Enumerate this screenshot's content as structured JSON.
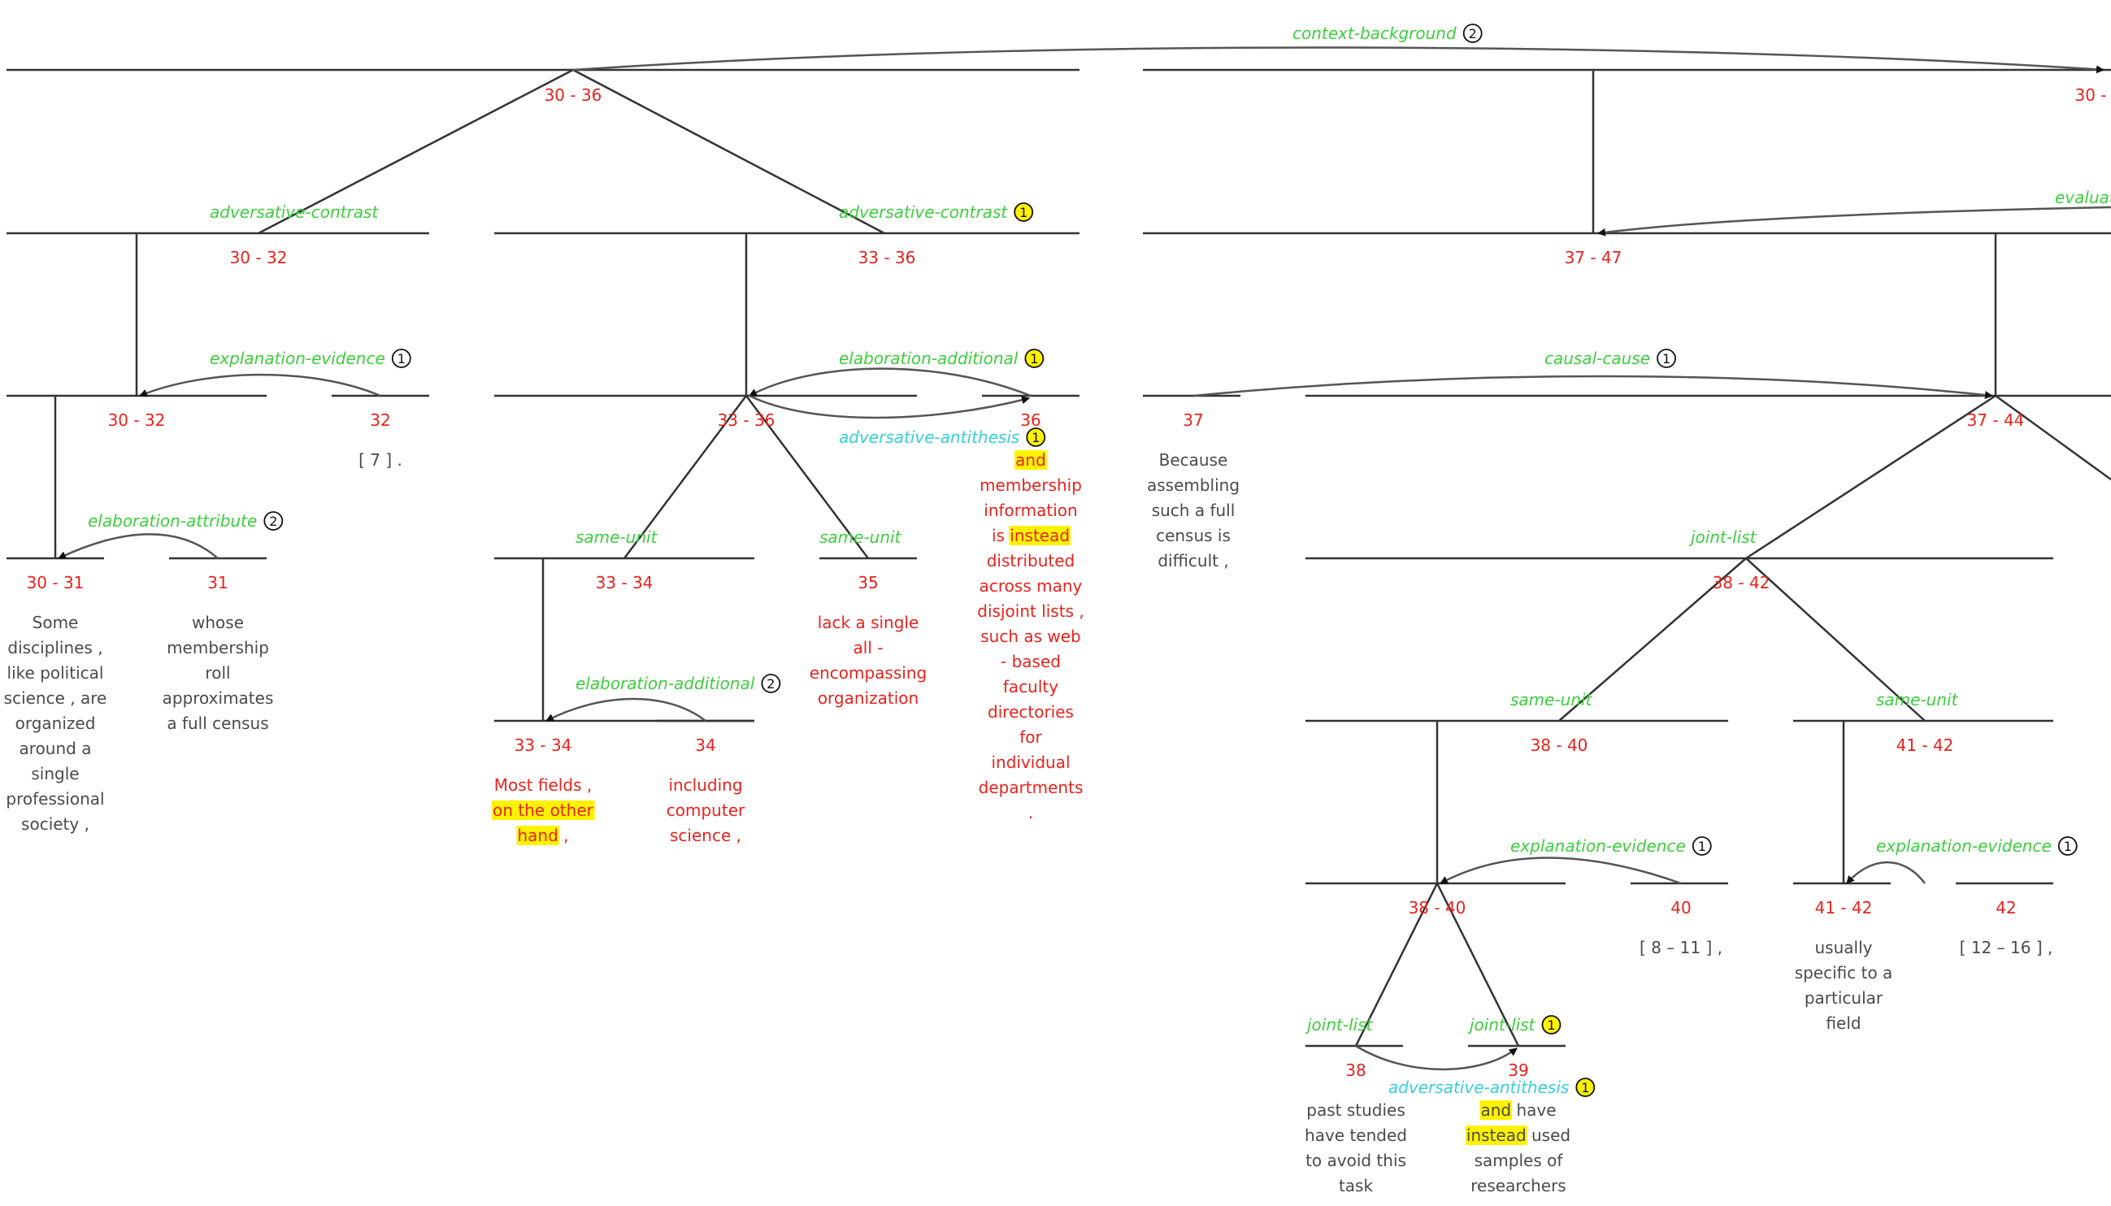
{
  "colors": {
    "line": "#333333",
    "arc": "#555555",
    "span_label": "#e8231d",
    "relation_label": "#3cce3c",
    "antithesis_label": "#34cfd8",
    "text_black": "#4a4a4a",
    "text_red": "#e8231d",
    "highlight": "#fff200",
    "badge_fill_yellow": "#fff200"
  },
  "nodes": [
    {
      "id": "n3036",
      "label": "30 - 36"
    },
    {
      "id": "n3036r",
      "label": "30 -"
    },
    {
      "id": "n3032a",
      "label": "30 - 32"
    },
    {
      "id": "n3336a",
      "label": "33 - 36"
    },
    {
      "id": "n3747",
      "label": "37 - 47"
    },
    {
      "id": "n3032b",
      "label": "30 - 32"
    },
    {
      "id": "n32",
      "label": "32"
    },
    {
      "id": "n3336b",
      "label": "33 - 36"
    },
    {
      "id": "n36",
      "label": "36"
    },
    {
      "id": "n37",
      "label": "37"
    },
    {
      "id": "n3744",
      "label": "37 - 44"
    },
    {
      "id": "n3031",
      "label": "30 - 31"
    },
    {
      "id": "n31",
      "label": "31"
    },
    {
      "id": "n3334a",
      "label": "33 - 34"
    },
    {
      "id": "n35",
      "label": "35"
    },
    {
      "id": "n3842",
      "label": "38 - 42"
    },
    {
      "id": "n3334b",
      "label": "33 - 34"
    },
    {
      "id": "n34",
      "label": "34"
    },
    {
      "id": "n3840a",
      "label": "38 - 40"
    },
    {
      "id": "n4142a",
      "label": "41 - 42"
    },
    {
      "id": "n3840b",
      "label": "38 - 40"
    },
    {
      "id": "n40",
      "label": "40"
    },
    {
      "id": "n4142b",
      "label": "41 - 42"
    },
    {
      "id": "n42",
      "label": "42"
    },
    {
      "id": "n38",
      "label": "38"
    },
    {
      "id": "n39",
      "label": "39"
    }
  ],
  "relations": [
    {
      "id": "r1",
      "label": "context-background",
      "badge": "2",
      "badge_style": "plain",
      "kind": "green"
    },
    {
      "id": "r2",
      "label": "adversative-contrast",
      "badge": "",
      "badge_style": "none",
      "kind": "green"
    },
    {
      "id": "r3",
      "label": "adversative-contrast",
      "badge": "1",
      "badge_style": "yellow",
      "kind": "green"
    },
    {
      "id": "r4",
      "label": "evaluat",
      "badge": "",
      "badge_style": "none",
      "kind": "green"
    },
    {
      "id": "r5",
      "label": "explanation-evidence",
      "badge": "1",
      "badge_style": "plain",
      "kind": "green"
    },
    {
      "id": "r6",
      "label": "elaboration-additional",
      "badge": "1",
      "badge_style": "yellow",
      "kind": "green"
    },
    {
      "id": "r7",
      "label": "adversative-antithesis",
      "badge": "1",
      "badge_style": "yellow",
      "kind": "cyan"
    },
    {
      "id": "r8",
      "label": "causal-cause",
      "badge": "1",
      "badge_style": "plain",
      "kind": "green"
    },
    {
      "id": "r9",
      "label": "elaboration-attribute",
      "badge": "2",
      "badge_style": "plain",
      "kind": "green"
    },
    {
      "id": "r10",
      "label": "same-unit",
      "badge": "",
      "badge_style": "none",
      "kind": "green"
    },
    {
      "id": "r11",
      "label": "same-unit",
      "badge": "",
      "badge_style": "none",
      "kind": "green"
    },
    {
      "id": "r12",
      "label": "joint-list",
      "badge": "",
      "badge_style": "none",
      "kind": "green"
    },
    {
      "id": "r13",
      "label": "elaboration-additional",
      "badge": "2",
      "badge_style": "plain",
      "kind": "green"
    },
    {
      "id": "r14",
      "label": "same-unit",
      "badge": "",
      "badge_style": "none",
      "kind": "green"
    },
    {
      "id": "r15",
      "label": "same-unit",
      "badge": "",
      "badge_style": "none",
      "kind": "green"
    },
    {
      "id": "r16",
      "label": "explanation-evidence",
      "badge": "1",
      "badge_style": "plain",
      "kind": "green"
    },
    {
      "id": "r17",
      "label": "explanation-evidence",
      "badge": "1",
      "badge_style": "plain",
      "kind": "green"
    },
    {
      "id": "r18",
      "label": "joint-list",
      "badge": "",
      "badge_style": "none",
      "kind": "green"
    },
    {
      "id": "r19",
      "label": "joint-list",
      "badge": "1",
      "badge_style": "yellow",
      "kind": "green"
    },
    {
      "id": "r20",
      "label": "adversative-antithesis",
      "badge": "1",
      "badge_style": "yellow",
      "kind": "cyan"
    }
  ],
  "texts": [
    {
      "id": "t32",
      "color": "black",
      "lines": [
        [
          [
            "[ 7 ] .",
            false
          ]
        ]
      ]
    },
    {
      "id": "t36",
      "color": "red",
      "lines": [
        [
          [
            "and",
            true
          ]
        ],
        [
          [
            "membership",
            false
          ]
        ],
        [
          [
            "information",
            false
          ]
        ],
        [
          [
            "is ",
            false
          ],
          [
            "instead",
            true
          ]
        ],
        [
          [
            "distributed",
            false
          ]
        ],
        [
          [
            "across many",
            false
          ]
        ],
        [
          [
            "disjoint lists ,",
            false
          ]
        ],
        [
          [
            "such as web",
            false
          ]
        ],
        [
          [
            "- based",
            false
          ]
        ],
        [
          [
            "faculty",
            false
          ]
        ],
        [
          [
            "directories",
            false
          ]
        ],
        [
          [
            "for",
            false
          ]
        ],
        [
          [
            "individual",
            false
          ]
        ],
        [
          [
            "departments",
            false
          ]
        ],
        [
          [
            ".",
            false
          ]
        ]
      ]
    },
    {
      "id": "t37",
      "color": "black",
      "lines": [
        [
          [
            "Because",
            false
          ]
        ],
        [
          [
            "assembling",
            false
          ]
        ],
        [
          [
            "such a full",
            false
          ]
        ],
        [
          [
            "census is",
            false
          ]
        ],
        [
          [
            "difficult ,",
            false
          ]
        ]
      ]
    },
    {
      "id": "t3031",
      "color": "black",
      "lines": [
        [
          [
            "Some",
            false
          ]
        ],
        [
          [
            "disciplines ,",
            false
          ]
        ],
        [
          [
            "like political",
            false
          ]
        ],
        [
          [
            "science , are",
            false
          ]
        ],
        [
          [
            "organized",
            false
          ]
        ],
        [
          [
            "around a",
            false
          ]
        ],
        [
          [
            "single",
            false
          ]
        ],
        [
          [
            "professional",
            false
          ]
        ],
        [
          [
            "society ,",
            false
          ]
        ]
      ]
    },
    {
      "id": "t31",
      "color": "black",
      "lines": [
        [
          [
            "whose",
            false
          ]
        ],
        [
          [
            "membership",
            false
          ]
        ],
        [
          [
            "roll",
            false
          ]
        ],
        [
          [
            "approximates",
            false
          ]
        ],
        [
          [
            "a full census",
            false
          ]
        ]
      ]
    },
    {
      "id": "t35",
      "color": "red",
      "lines": [
        [
          [
            "lack a single",
            false
          ]
        ],
        [
          [
            "all -",
            false
          ]
        ],
        [
          [
            "encompassing",
            false
          ]
        ],
        [
          [
            "organization",
            false
          ]
        ]
      ]
    },
    {
      "id": "t3334",
      "color": "red",
      "lines": [
        [
          [
            "Most fields ,",
            false
          ]
        ],
        [
          [
            "on the other",
            true
          ]
        ],
        [
          [
            "hand",
            true
          ],
          [
            " ,",
            false
          ]
        ]
      ]
    },
    {
      "id": "t34",
      "color": "red",
      "lines": [
        [
          [
            "including",
            false
          ]
        ],
        [
          [
            "computer",
            false
          ]
        ],
        [
          [
            "science ,",
            false
          ]
        ]
      ]
    },
    {
      "id": "t40",
      "color": "black",
      "lines": [
        [
          [
            "[ 8 – 11 ] ,",
            false
          ]
        ]
      ]
    },
    {
      "id": "t4142",
      "color": "black",
      "lines": [
        [
          [
            "usually",
            false
          ]
        ],
        [
          [
            "specific to a",
            false
          ]
        ],
        [
          [
            "particular",
            false
          ]
        ],
        [
          [
            "field",
            false
          ]
        ]
      ]
    },
    {
      "id": "t42",
      "color": "black",
      "lines": [
        [
          [
            "[ 12 – 16 ] ,",
            false
          ]
        ]
      ]
    },
    {
      "id": "t38",
      "color": "black",
      "lines": [
        [
          [
            "past studies",
            false
          ]
        ],
        [
          [
            "have tended",
            false
          ]
        ],
        [
          [
            "to avoid this",
            false
          ]
        ],
        [
          [
            "task",
            false
          ]
        ]
      ]
    },
    {
      "id": "t39",
      "color": "black",
      "lines": [
        [
          [
            "and",
            true
          ],
          [
            " have",
            false
          ]
        ],
        [
          [
            "instead",
            true
          ],
          [
            " used",
            false
          ]
        ],
        [
          [
            "samples of",
            false
          ]
        ],
        [
          [
            "researchers",
            false
          ]
        ]
      ]
    }
  ]
}
